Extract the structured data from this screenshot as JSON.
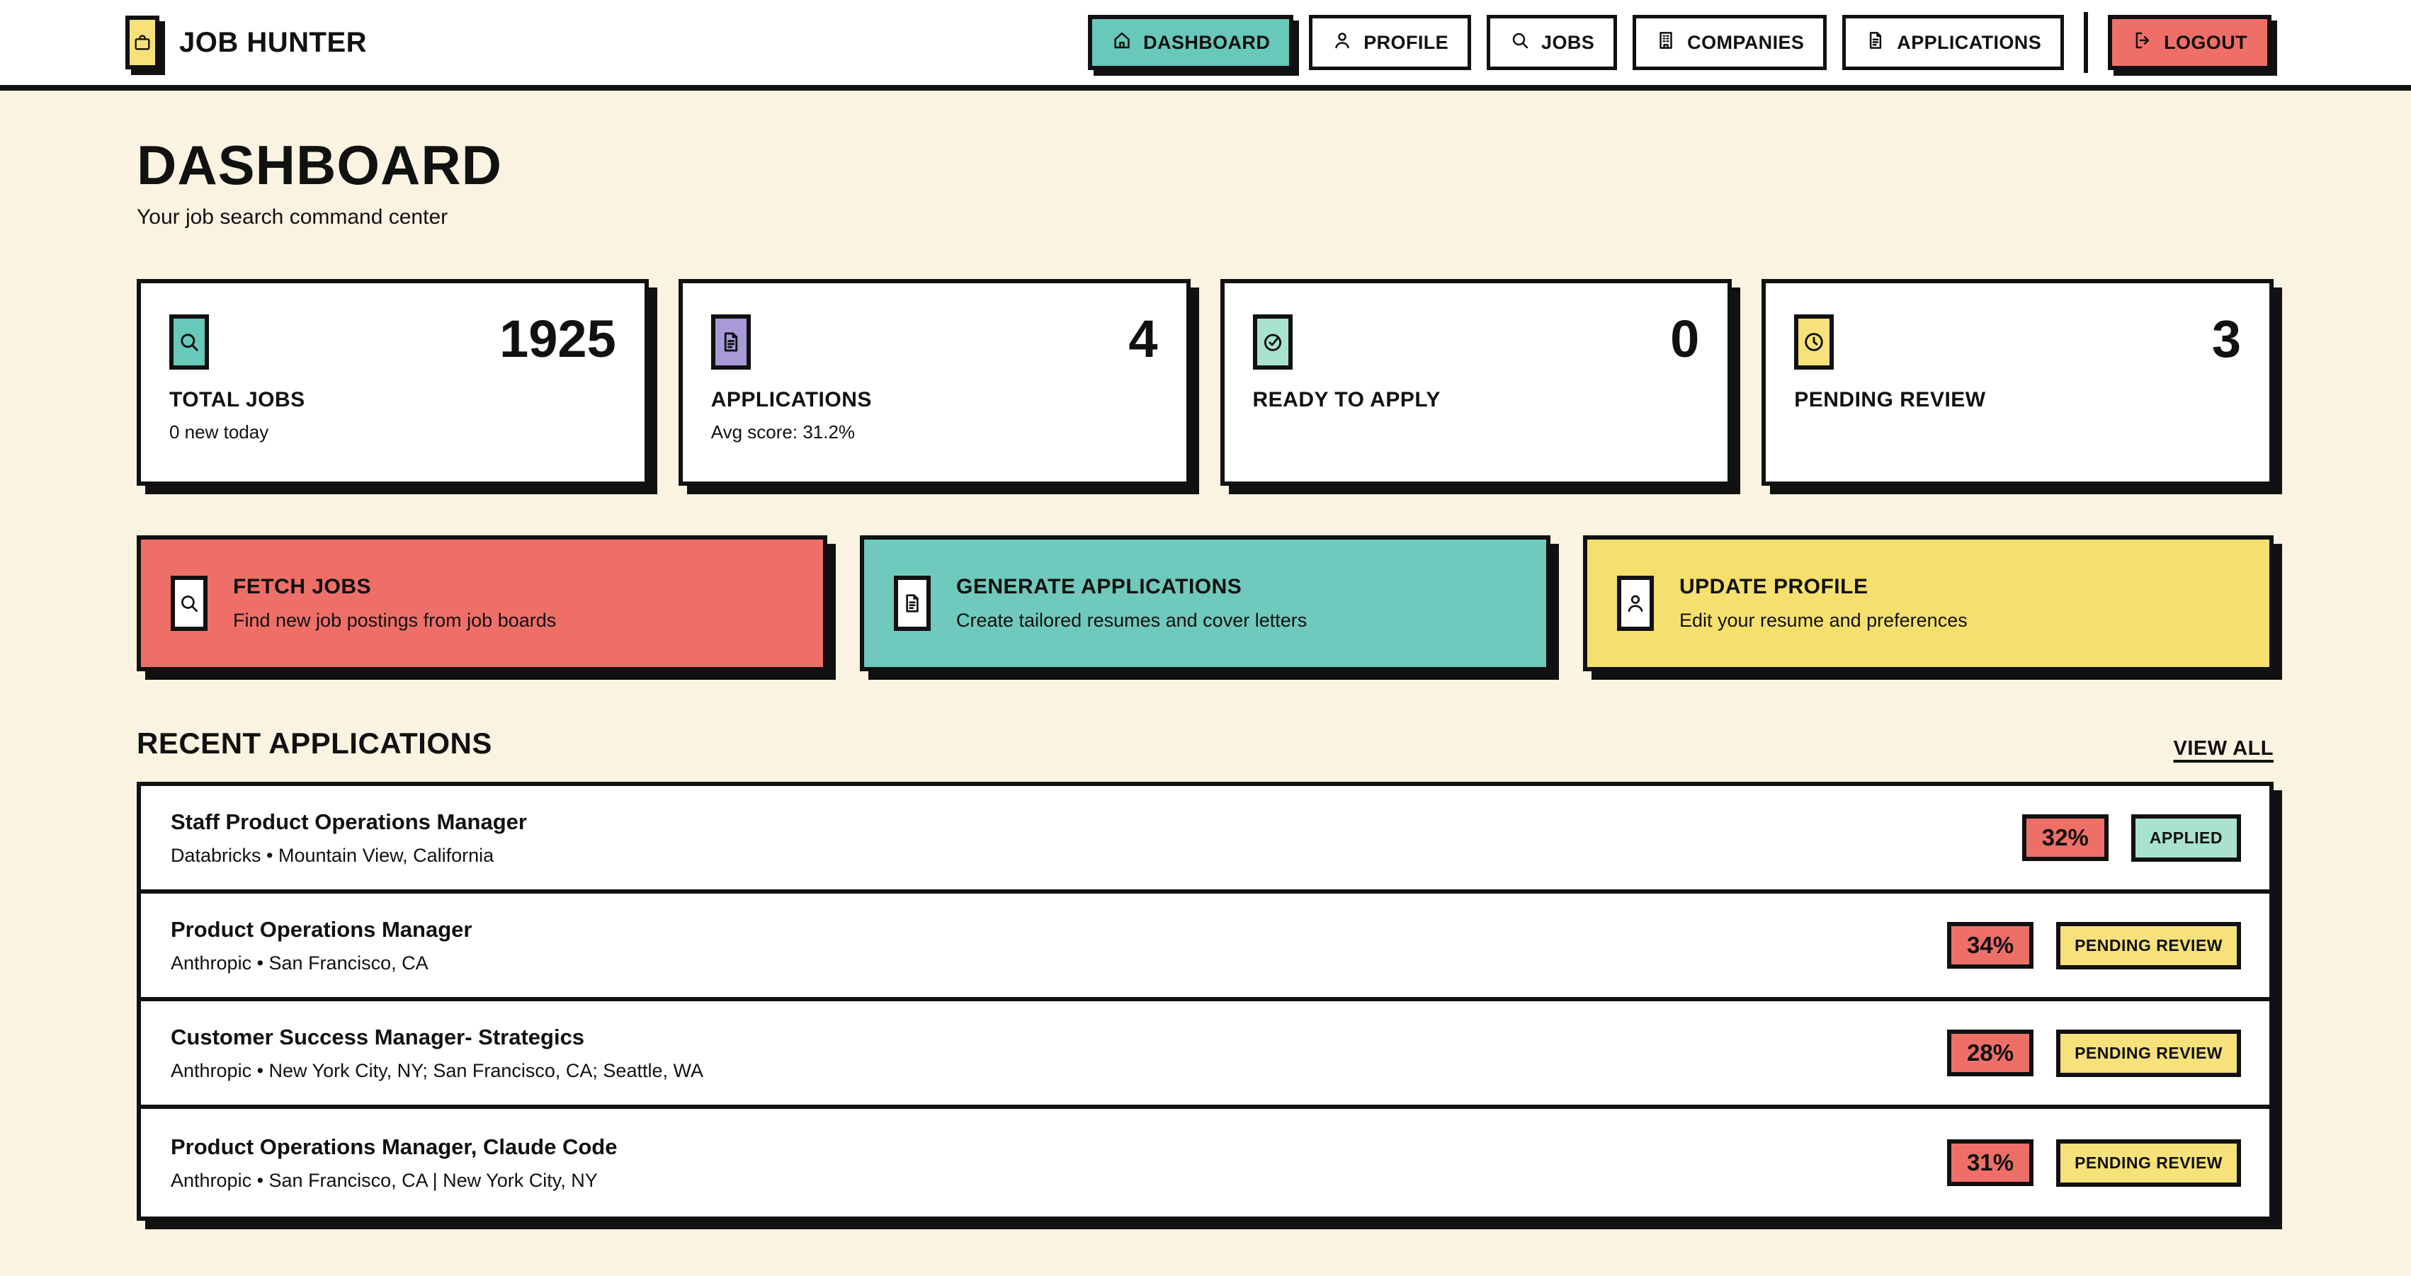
{
  "header": {
    "brand": {
      "name": "JOB HUNTER",
      "logo_icon": "briefcase",
      "logo_bg": "#F6E17A"
    },
    "nav": [
      {
        "id": "dashboard",
        "label": "DASHBOARD",
        "icon": "home",
        "active": true
      },
      {
        "id": "profile",
        "label": "PROFILE",
        "icon": "user",
        "active": false
      },
      {
        "id": "jobs",
        "label": "JOBS",
        "icon": "search",
        "active": false
      },
      {
        "id": "companies",
        "label": "COMPANIES",
        "icon": "building",
        "active": false
      },
      {
        "id": "applications",
        "label": "APPLICATIONS",
        "icon": "document",
        "active": false
      }
    ],
    "logout": {
      "label": "LOGOUT",
      "icon": "logout",
      "bg": "#EE6F68"
    }
  },
  "page": {
    "title": "DASHBOARD",
    "subtitle": "Your job search command center"
  },
  "stats": [
    {
      "id": "total-jobs",
      "icon": "search",
      "icon_bg": "#68C8BA",
      "value": "1925",
      "label": "TOTAL JOBS",
      "sub": "0 new today"
    },
    {
      "id": "applications",
      "icon": "document",
      "icon_bg": "#A79AD6",
      "value": "4",
      "label": "APPLICATIONS",
      "sub": "Avg score: 31.2%"
    },
    {
      "id": "ready-to-apply",
      "icon": "check-circle",
      "icon_bg": "#A9E2D1",
      "value": "0",
      "label": "READY TO APPLY",
      "sub": ""
    },
    {
      "id": "pending-review",
      "icon": "clock",
      "icon_bg": "#F6E17A",
      "value": "3",
      "label": "PENDING REVIEW",
      "sub": ""
    }
  ],
  "actions": [
    {
      "id": "fetch-jobs",
      "icon": "search",
      "bg": "#EE6F68",
      "title": "FETCH JOBS",
      "desc": "Find new job postings from job boards"
    },
    {
      "id": "generate-applications",
      "icon": "document",
      "bg": "#6FC9BC",
      "title": "GENERATE APPLICATIONS",
      "desc": "Create tailored resumes and cover letters"
    },
    {
      "id": "update-profile",
      "icon": "user",
      "bg": "#F5E06E",
      "title": "UPDATE PROFILE",
      "desc": "Edit your resume and preferences"
    }
  ],
  "recent": {
    "title": "RECENT APPLICATIONS",
    "view_all": "VIEW ALL",
    "rows": [
      {
        "title": "Staff Product Operations Manager",
        "meta": "Databricks • Mountain View, California",
        "score": "32%",
        "status": "APPLIED",
        "status_type": "applied"
      },
      {
        "title": "Product Operations Manager",
        "meta": "Anthropic • San Francisco, CA",
        "score": "34%",
        "status": "PENDING REVIEW",
        "status_type": "pending"
      },
      {
        "title": "Customer Success Manager- Strategics",
        "meta": "Anthropic • New York City, NY; San Francisco, CA; Seattle, WA",
        "score": "28%",
        "status": "PENDING REVIEW",
        "status_type": "pending"
      },
      {
        "title": "Product Operations Manager, Claude Code",
        "meta": "Anthropic • San Francisco, CA | New York City, NY",
        "score": "31%",
        "status": "PENDING REVIEW",
        "status_type": "pending"
      }
    ]
  },
  "colors": {
    "background": "#FAF3E1",
    "surface": "#FFFFFF",
    "ink": "#111111",
    "teal": "#68C8BA",
    "mint": "#A9E2D1",
    "red": "#EE6F68",
    "yellow": "#F6E17A",
    "purple": "#A79AD6"
  }
}
